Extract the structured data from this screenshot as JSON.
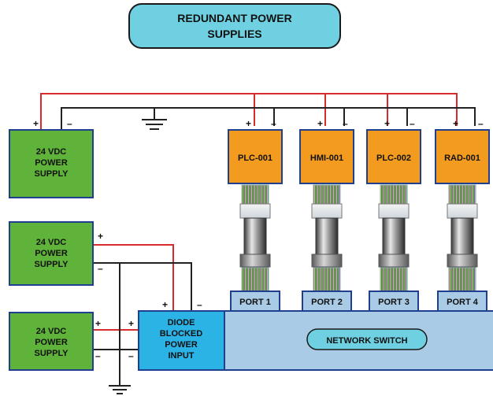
{
  "title": {
    "line1": "REDUNDANT POWER",
    "line2": "SUPPLIES"
  },
  "power_supplies": [
    {
      "line1": "24 VDC",
      "line2": "POWER",
      "line3": "SUPPLY"
    },
    {
      "line1": "24 VDC",
      "line2": "POWER",
      "line3": "SUPPLY"
    },
    {
      "line1": "24 VDC",
      "line2": "POWER",
      "line3": "SUPPLY"
    }
  ],
  "devices": [
    "PLC-001",
    "HMI-001",
    "PLC-002",
    "RAD-001"
  ],
  "ports": [
    "PORT 1",
    "PORT 2",
    "PORT 3",
    "PORT 4"
  ],
  "diode_input": {
    "line1": "DIODE",
    "line2": "BLOCKED",
    "line3": "POWER",
    "line4": "INPUT"
  },
  "network_switch": "NETWORK SWITCH",
  "polarity": {
    "plus": "+",
    "minus": "–"
  },
  "colors": {
    "title_fill": "#6fd0e2",
    "supply_fill": "#5fb23a",
    "device_fill": "#f29b1f",
    "port_fill": "#a9cbe6",
    "switch_fill": "#a9cbe6",
    "diode_fill": "#2cb3e6",
    "box_border": "#1f3f8f",
    "positive_wire": "#d92b2b",
    "negative_wire": "#222222"
  }
}
